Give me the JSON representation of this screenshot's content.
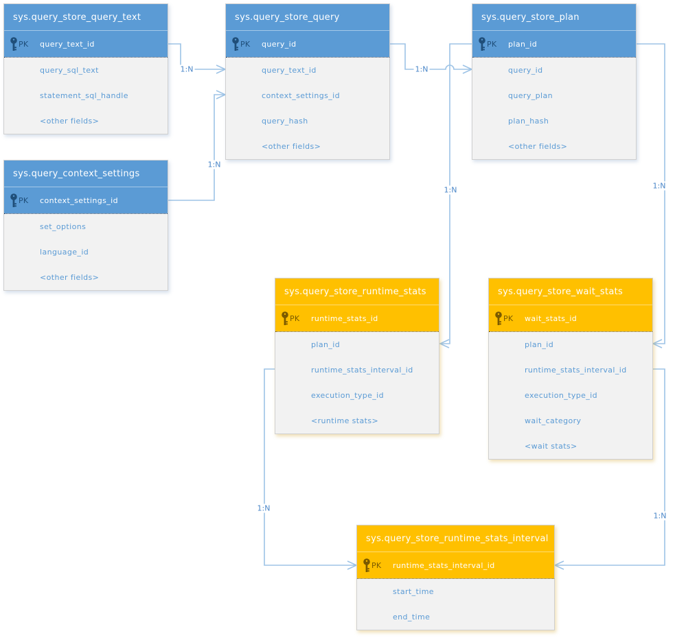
{
  "colors": {
    "blue_header": "#5b9bd5",
    "gold_header": "#ffc000",
    "field_text": "#5b9bd5",
    "connector_line": "#9dc3e6"
  },
  "tables": [
    {
      "title": "sys.query_store_query_text",
      "pk_tag": "PK",
      "pk_field": "query_text_id",
      "fields": [
        "query_sql_text",
        "statement_sql_handle",
        "<other fields>"
      ]
    },
    {
      "title": "sys.query_store_query",
      "pk_tag": "PK",
      "pk_field": "query_id",
      "fields": [
        "query_text_id",
        "context_settings_id",
        "query_hash",
        "<other fields>"
      ]
    },
    {
      "title": "sys.query_store_plan",
      "pk_tag": "PK",
      "pk_field": "plan_id",
      "fields": [
        "query_id",
        "query_plan",
        "plan_hash",
        "<other fields>"
      ]
    },
    {
      "title": "sys.query_context_settings",
      "pk_tag": "PK",
      "pk_field": "context_settings_id",
      "fields": [
        "set_options",
        "language_id",
        "<other fields>"
      ]
    },
    {
      "title": "sys.query_store_runtime_stats",
      "pk_tag": "PK",
      "pk_field": "runtime_stats_id",
      "fields": [
        "plan_id",
        "runtime_stats_interval_id",
        "execution_type_id",
        "<runtime stats>"
      ]
    },
    {
      "title": "sys.query_store_wait_stats",
      "pk_tag": "PK",
      "pk_field": "wait_stats_id",
      "fields": [
        "plan_id",
        "runtime_stats_interval_id",
        "execution_type_id",
        "wait_category",
        "<wait stats>"
      ]
    },
    {
      "title": "sys.query_store_runtime_stats_interval",
      "pk_tag": "PK",
      "pk_field": "runtime_stats_interval_id",
      "fields": [
        "start_time",
        "end_time"
      ]
    }
  ],
  "relationships": [
    {
      "label": "1:N",
      "from": "sys.query_store_query_text.query_text_id",
      "to": "sys.query_store_query.query_text_id"
    },
    {
      "label": "1:N",
      "from": "sys.query_context_settings.context_settings_id",
      "to": "sys.query_store_query.context_settings_id"
    },
    {
      "label": "1:N",
      "from": "sys.query_store_query.query_id",
      "to": "sys.query_store_plan.query_id"
    },
    {
      "label": "1:N",
      "from": "sys.query_store_plan.plan_id",
      "to": "sys.query_store_runtime_stats.plan_id"
    },
    {
      "label": "1:N",
      "from": "sys.query_store_plan.plan_id",
      "to": "sys.query_store_wait_stats.plan_id"
    },
    {
      "label": "1:N",
      "from": "sys.query_store_runtime_stats.runtime_stats_interval_id",
      "to": "sys.query_store_runtime_stats_interval.runtime_stats_interval_id"
    },
    {
      "label": "1:N",
      "from": "sys.query_store_wait_stats.runtime_stats_interval_id",
      "to": "sys.query_store_runtime_stats_interval.runtime_stats_interval_id"
    }
  ]
}
